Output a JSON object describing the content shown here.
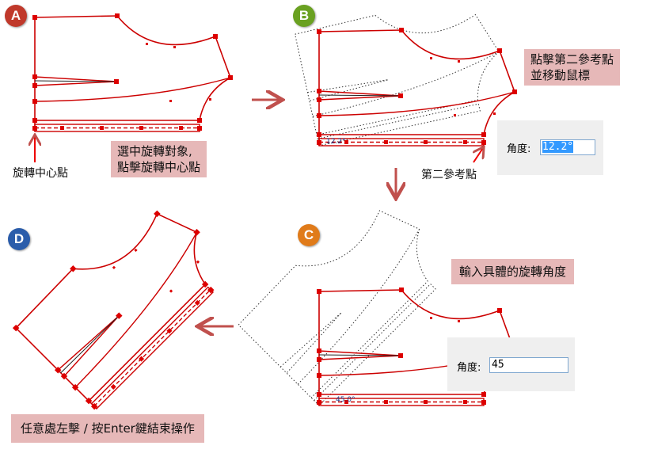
{
  "steps": {
    "a": "A",
    "b": "B",
    "c": "C",
    "d": "D"
  },
  "colors": {
    "a": "#c0392b",
    "b": "#6aa121",
    "c": "#e07b1a",
    "d": "#2a5caa",
    "note": "#e6b8b8",
    "pattern": "#cc0000"
  },
  "labels": {
    "rotation_center": "旋轉中心點",
    "second_ref": "第二參考點",
    "note_a_1": "選中旋轉對象,",
    "note_a_2": "點擊旋轉中心點",
    "note_b_1": "點擊第二參考點",
    "note_b_2": "並移動鼠標",
    "note_c": "輸入具體的旋轉角度",
    "note_d": "任意處左擊 / 按Enter鍵結束操作"
  },
  "angle_dialog_b": {
    "label": "角度:",
    "value": "12.2°"
  },
  "angle_dialog_c": {
    "label": "角度:",
    "value": "45"
  },
  "angle_readouts": {
    "b": "12.2°",
    "c": "45.0°"
  }
}
